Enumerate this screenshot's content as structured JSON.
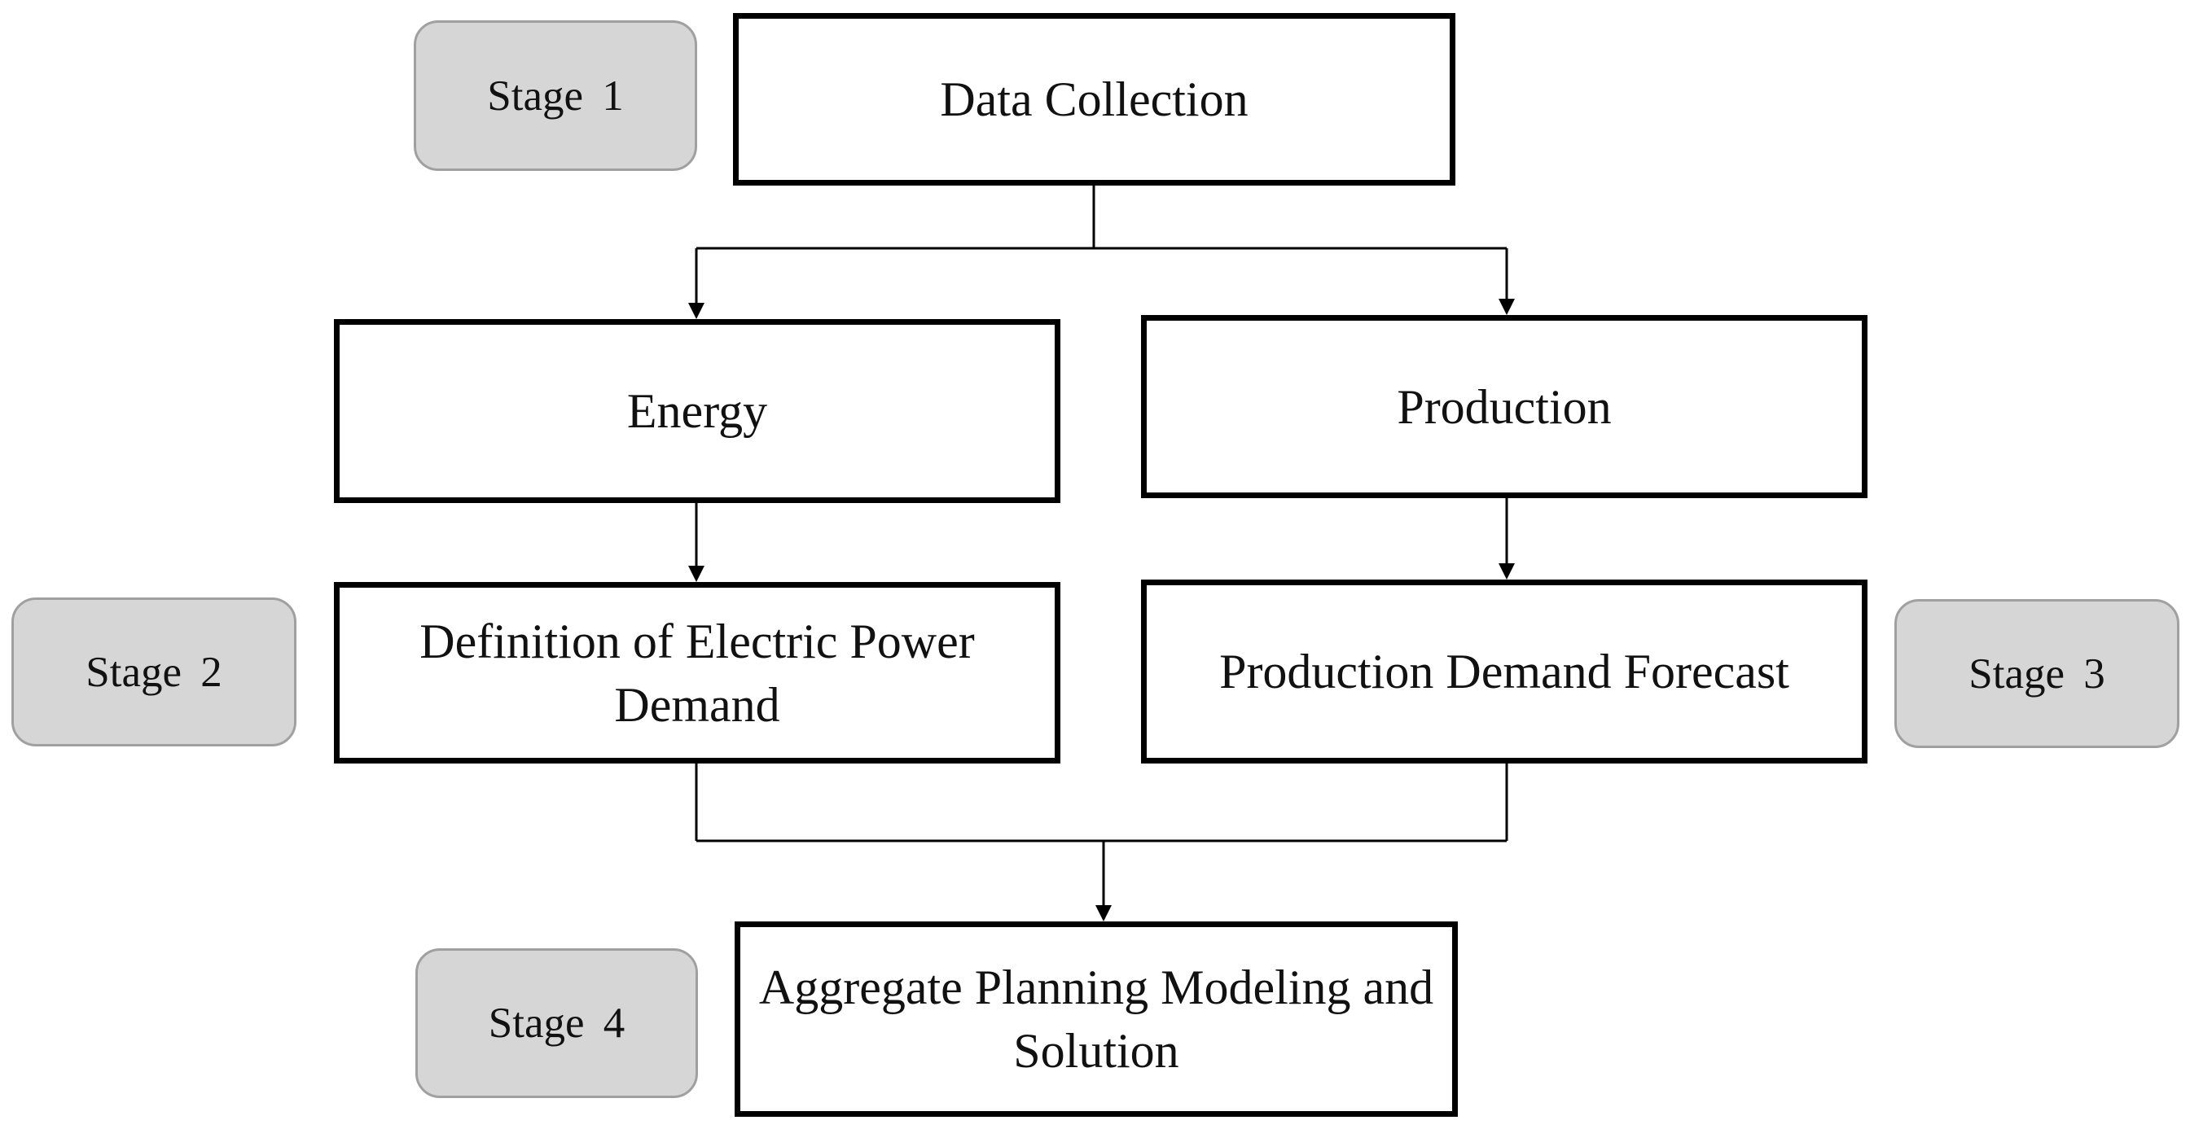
{
  "diagram": {
    "boxes": {
      "data_collection": "Data Collection",
      "energy": "Energy",
      "production": "Production",
      "electric_power_demand": "Definition of Electric Power Demand",
      "production_demand_forecast": "Production Demand Forecast",
      "aggregate_planning": "Aggregate Planning Modeling and Solution"
    },
    "stages": {
      "stage1": "Stage 1",
      "stage2": "Stage 2",
      "stage3": "Stage 3",
      "stage4": "Stage 4"
    },
    "colors": {
      "box_border": "#000000",
      "box_fill": "#ffffff",
      "stage_fill": "#d6d6d6",
      "stage_border": "#a0a0a0",
      "connector": "#000000"
    }
  }
}
